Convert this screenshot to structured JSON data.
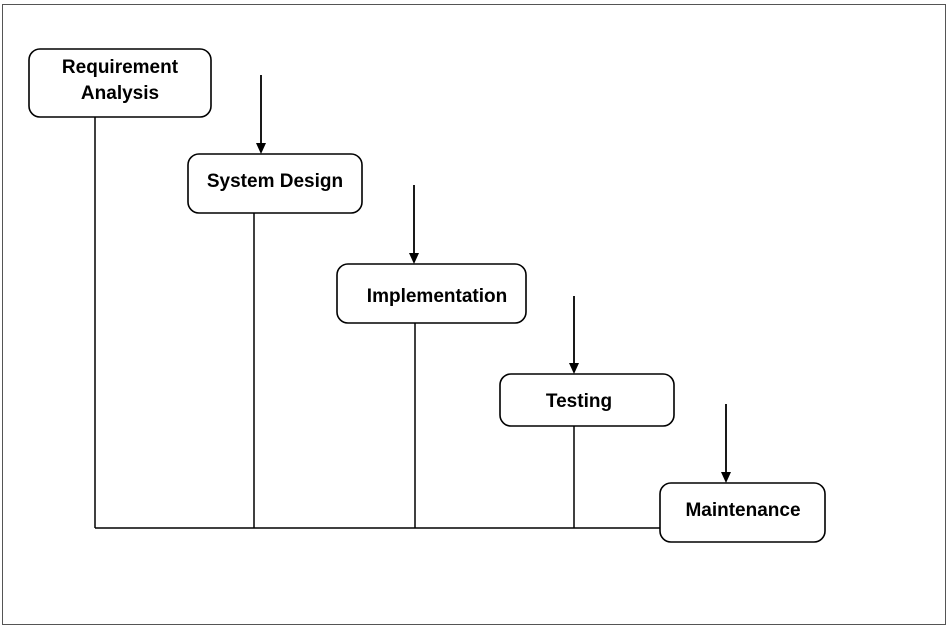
{
  "diagram": {
    "stages": [
      {
        "id": "requirement-analysis",
        "lines": [
          "Requirement",
          "Analysis"
        ]
      },
      {
        "id": "system-design",
        "lines": [
          "System Design"
        ]
      },
      {
        "id": "implementation",
        "lines": [
          "Implementation"
        ]
      },
      {
        "id": "testing",
        "lines": [
          "Testing"
        ]
      },
      {
        "id": "maintenance",
        "lines": [
          "Maintenance"
        ]
      }
    ],
    "colors": {
      "stroke": "#000000",
      "box_fill": "#ffffff",
      "frame": "#555555"
    }
  }
}
